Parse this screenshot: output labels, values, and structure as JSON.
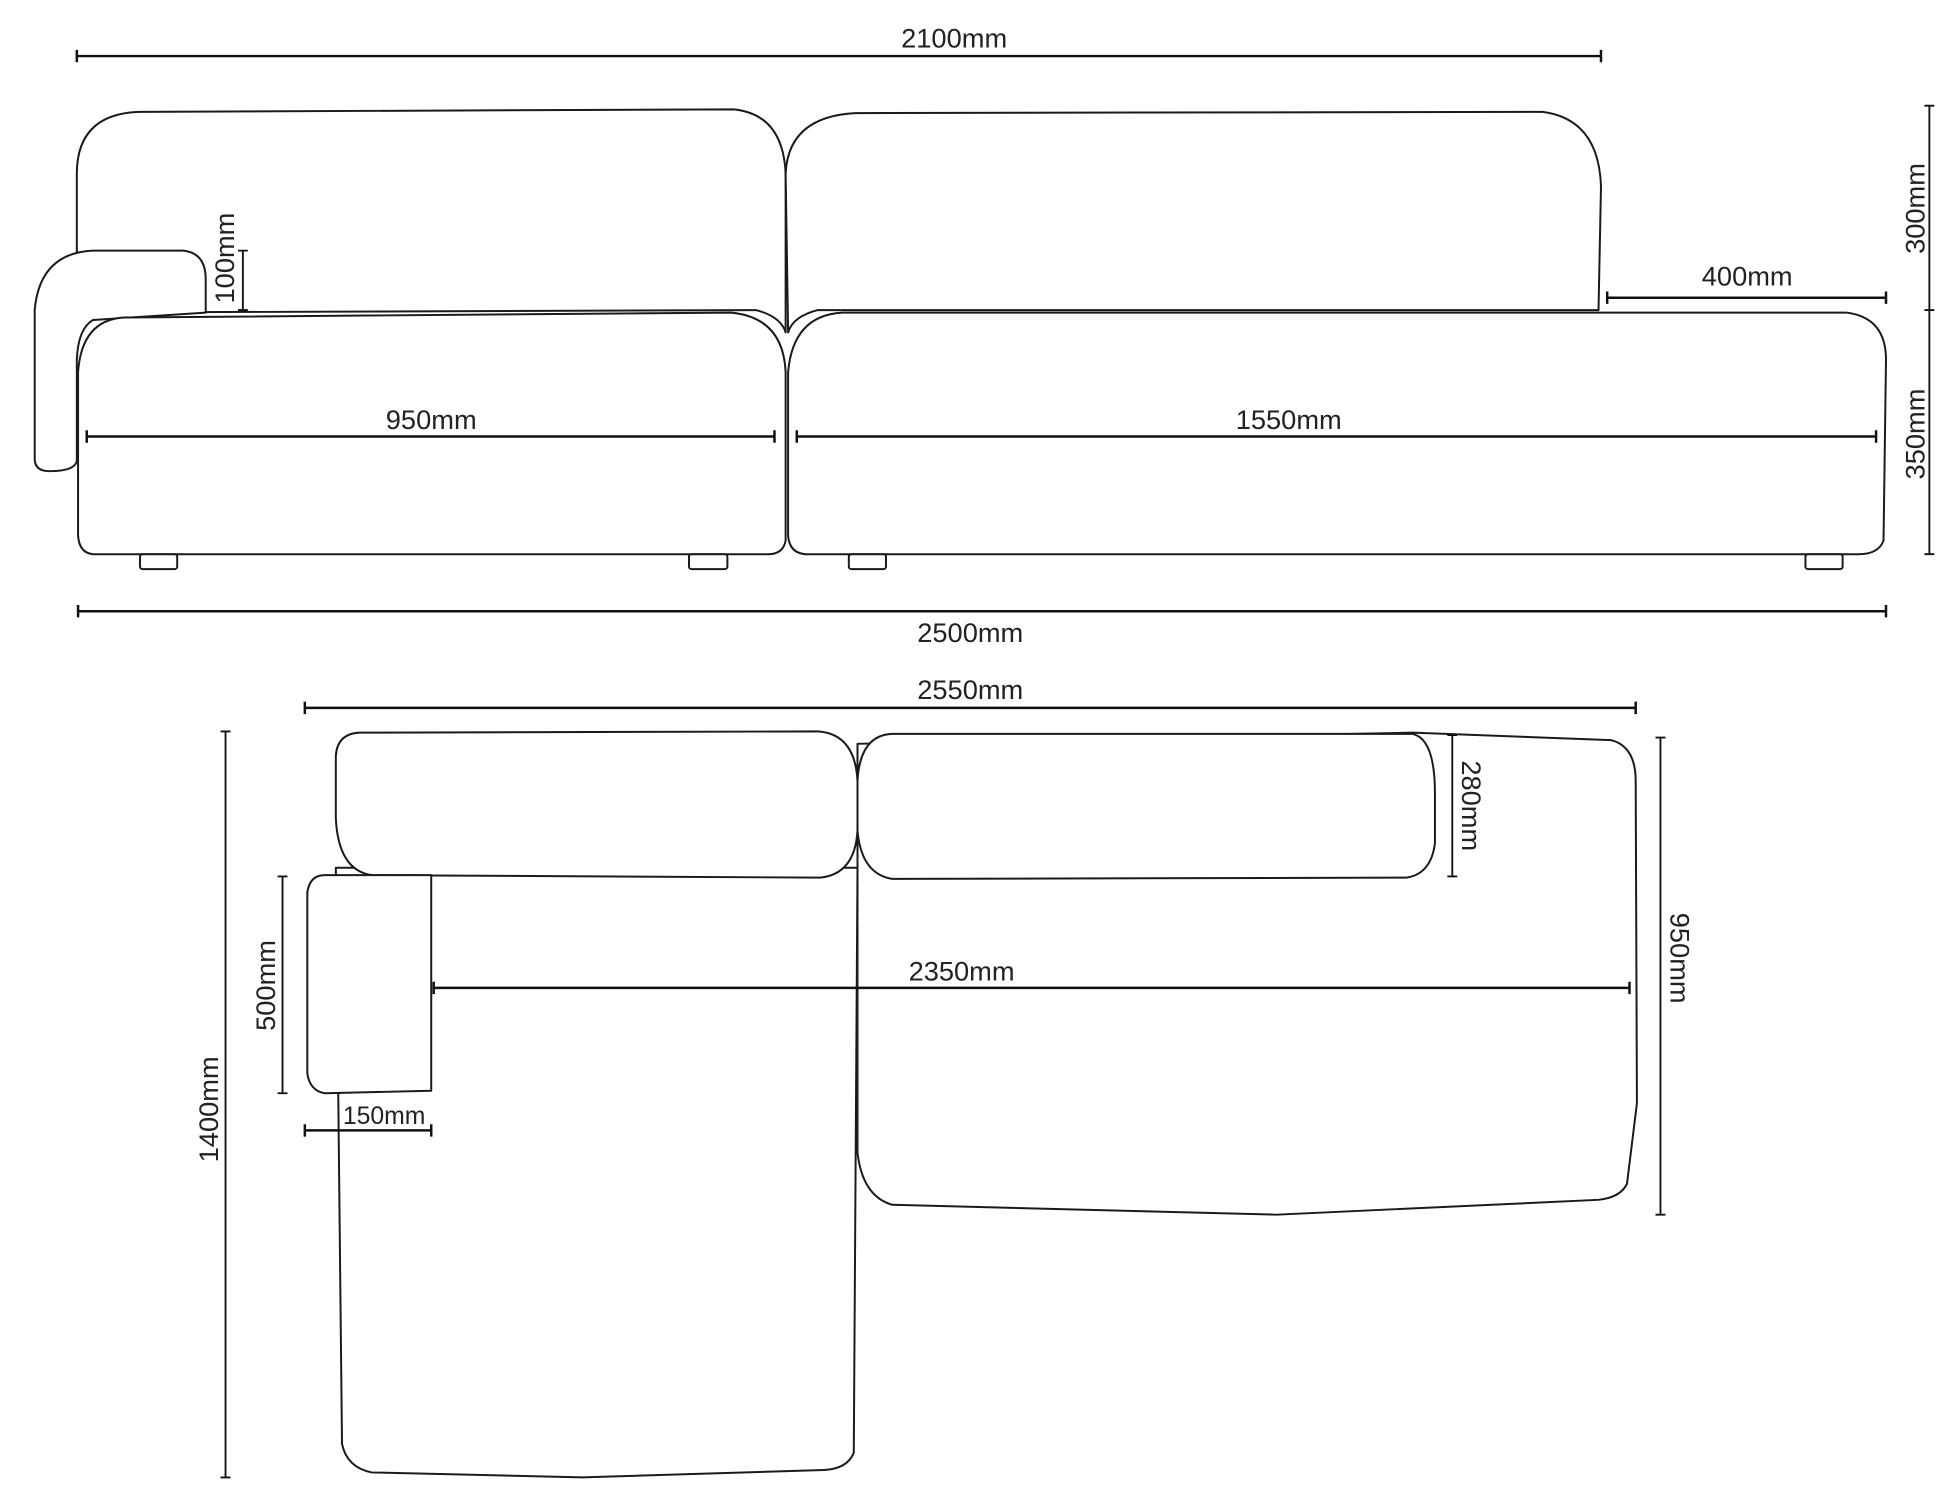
{
  "elevation_view": {
    "dims": {
      "back_width": "2100mm",
      "arm_step": "100mm",
      "back_height": "300mm",
      "open_end": "400mm",
      "seat_left": "950mm",
      "seat_right": "1550mm",
      "seat_height": "350mm",
      "total_width": "2500mm"
    }
  },
  "plan_view": {
    "dims": {
      "total_width": "2550mm",
      "total_depth": "1400mm",
      "back_depth": "280mm",
      "right_depth": "950mm",
      "arm_length": "500mm",
      "arm_width": "150mm",
      "inner_width": "2350mm"
    }
  },
  "colors": {
    "line": "#1a1a1a",
    "background": "#ffffff"
  }
}
